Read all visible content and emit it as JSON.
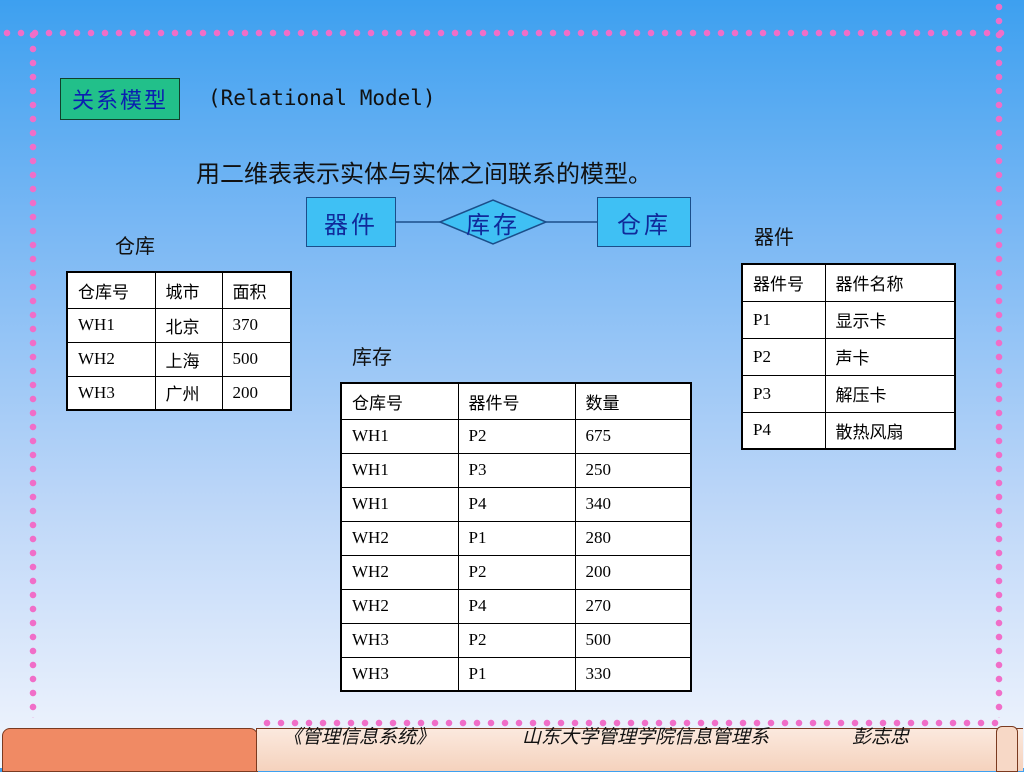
{
  "header": {
    "title_zh": "关系模型",
    "title_en": "(Relational Model)",
    "subtitle": "用二维表表示实体与实体之间联系的模型。"
  },
  "er_diagram": {
    "entity_left": "器件",
    "relationship": "库存",
    "entity_right": "仓库"
  },
  "tables": {
    "warehouse": {
      "label": "仓库",
      "headers": [
        "仓库号",
        "城市",
        "面积"
      ],
      "rows": [
        [
          "WH1",
          "北京",
          "370"
        ],
        [
          "WH2",
          "上海",
          "500"
        ],
        [
          "WH3",
          "广州",
          "200"
        ]
      ]
    },
    "inventory": {
      "label": "库存",
      "headers": [
        "仓库号",
        "器件号",
        "数量"
      ],
      "rows": [
        [
          "WH1",
          "P2",
          "675"
        ],
        [
          "WH1",
          "P3",
          "250"
        ],
        [
          "WH1",
          "P4",
          "340"
        ],
        [
          "WH2",
          "P1",
          "280"
        ],
        [
          "WH2",
          "P2",
          "200"
        ],
        [
          "WH2",
          "P4",
          "270"
        ],
        [
          "WH3",
          "P2",
          "500"
        ],
        [
          "WH3",
          "P1",
          "330"
        ]
      ]
    },
    "parts": {
      "label": "器件",
      "headers": [
        "器件号",
        "器件名称"
      ],
      "rows": [
        [
          "P1",
          "显示卡"
        ],
        [
          "P2",
          "声卡"
        ],
        [
          "P3",
          "解压卡"
        ],
        [
          "P4",
          "散热风扇"
        ]
      ]
    }
  },
  "footer": {
    "course": "《管理信息系统》",
    "department": "山东大学管理学院信息管理系",
    "author": "彭志忠"
  }
}
